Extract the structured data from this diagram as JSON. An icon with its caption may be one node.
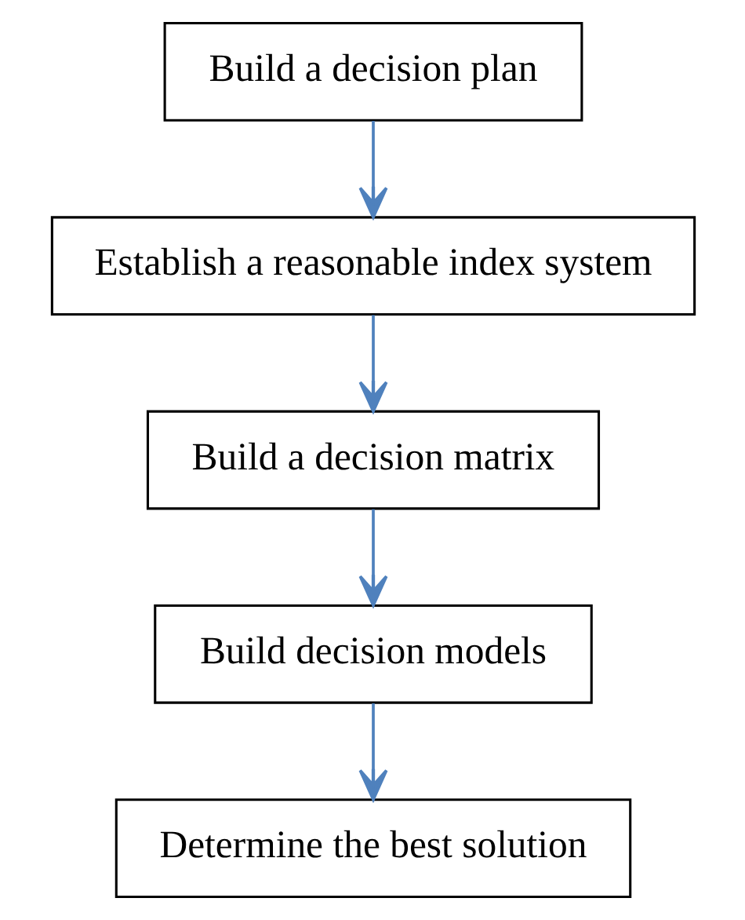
{
  "diagram": {
    "nodes": [
      {
        "text": [
          "Build a decision plan"
        ]
      },
      {
        "text": [
          "Establish a reasonable index system"
        ]
      },
      {
        "text": [
          "Build a decision matrix"
        ]
      },
      {
        "text": [
          "Build decision models"
        ]
      },
      {
        "text": [
          "Determine the best solution"
        ]
      }
    ],
    "edges": [
      {
        "from": 0,
        "to": 1,
        "arrow": "to"
      },
      {
        "from": 1,
        "to": 2,
        "arrow": "to"
      },
      {
        "from": 2,
        "to": 3,
        "arrow": "to"
      },
      {
        "from": 3,
        "to": 4,
        "arrow": "to"
      }
    ]
  }
}
